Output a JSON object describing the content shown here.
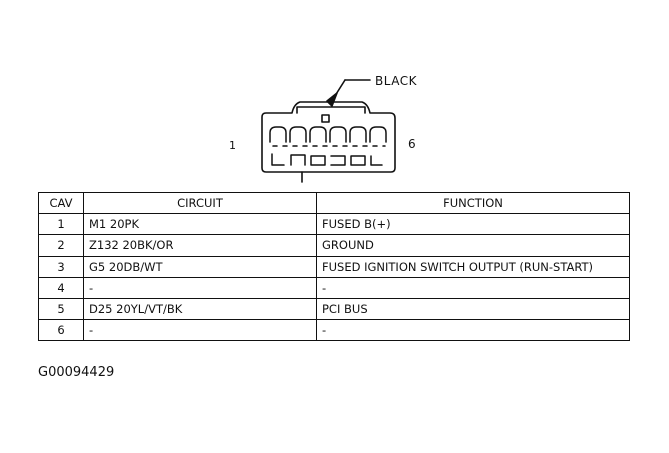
{
  "connector": {
    "color_label": "BLACK",
    "pin_start": "1",
    "pin_end": "6"
  },
  "table": {
    "headers": {
      "cav": "CAV",
      "circuit": "CIRCUIT",
      "function": "FUNCTION"
    },
    "rows": [
      {
        "cav": "1",
        "circuit": "M1 20PK",
        "function": "FUSED B(+)"
      },
      {
        "cav": "2",
        "circuit": "Z132 20BK/OR",
        "function": "GROUND"
      },
      {
        "cav": "3",
        "circuit": "G5 20DB/WT",
        "function": "FUSED IGNITION SWITCH OUTPUT (RUN-START)"
      },
      {
        "cav": "4",
        "circuit": "-",
        "function": "-"
      },
      {
        "cav": "5",
        "circuit": "D25 20YL/VT/BK",
        "function": "PCI BUS"
      },
      {
        "cav": "6",
        "circuit": "-",
        "function": "-"
      }
    ]
  },
  "figure_id": "G00094429"
}
